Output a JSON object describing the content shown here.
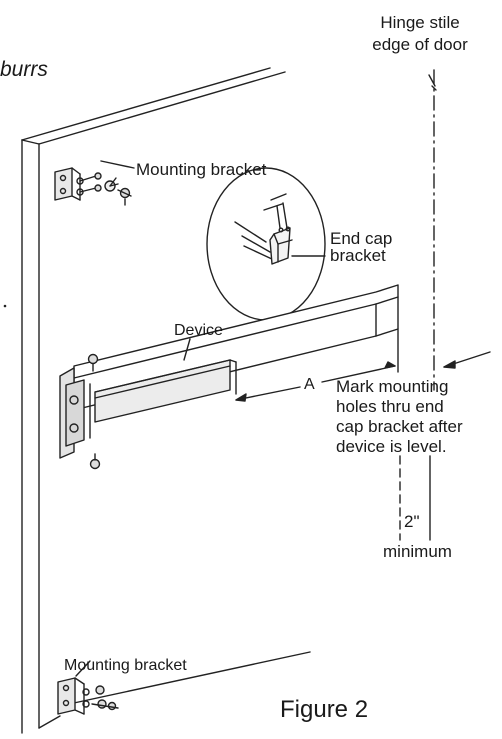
{
  "labels": {
    "burrs": "burrs",
    "hinge_stile_line1": "Hinge stile",
    "hinge_stile_line2": "edge of door",
    "mounting_bracket_top": "Mounting bracket",
    "end_cap_line1": "End cap",
    "end_cap_line2": "bracket",
    "device": "Device",
    "dimension_a": "A",
    "mark_line1": "Mark mounting",
    "mark_line2": "holes thru end",
    "mark_line3": "cap bracket after",
    "mark_line4": "device is level.",
    "two_inch": "2\"",
    "minimum": "minimum",
    "mounting_bracket_bottom": "Mounting bracket",
    "figure_caption": "Figure 2"
  }
}
